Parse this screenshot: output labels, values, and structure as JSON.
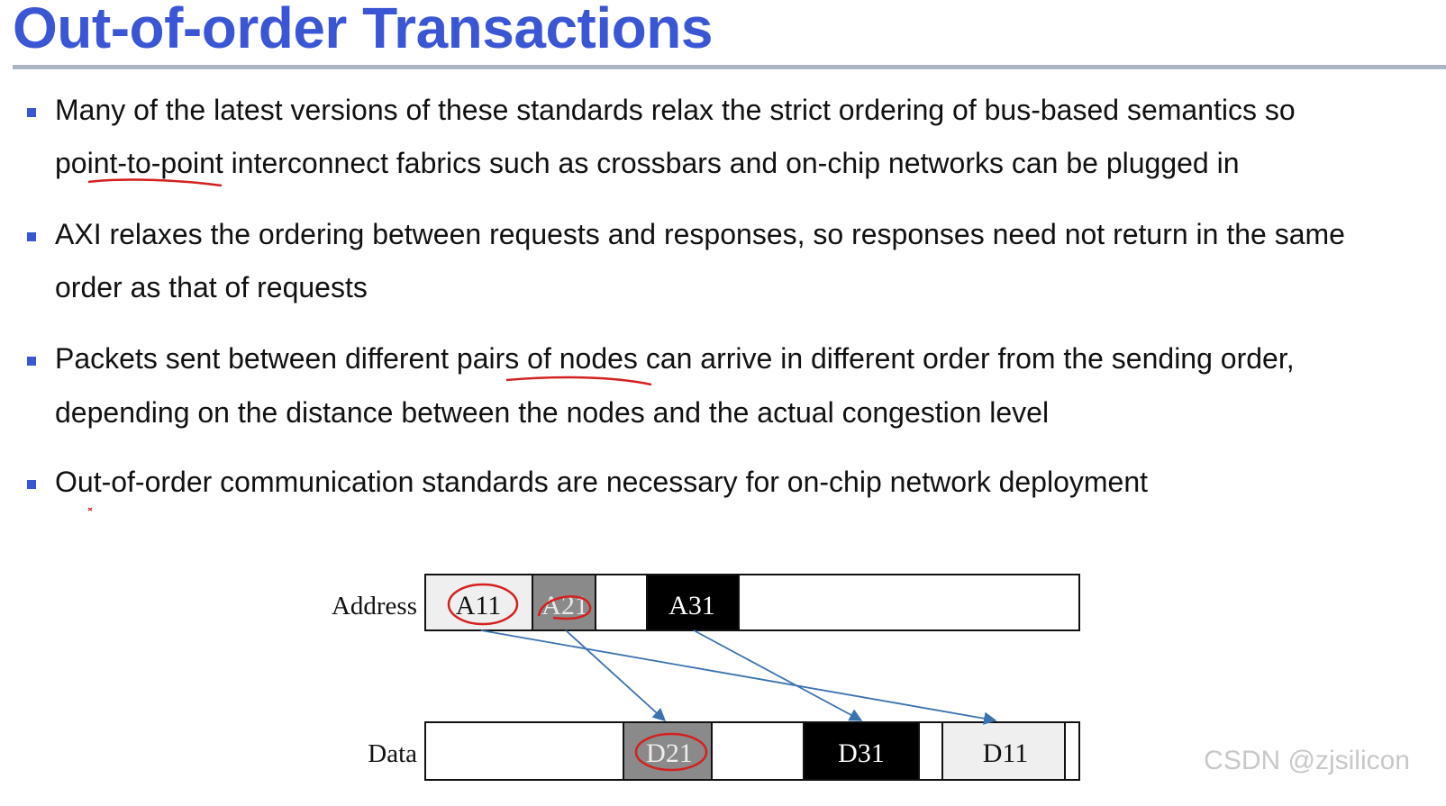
{
  "title": "Out-of-order Transactions",
  "bullets": [
    {
      "lines": [
        "Many of the latest versions of these standards relax the strict ordering of bus-based semantics so",
        "point-to-point interconnect fabrics such as crossbars and on-chip networks can be plugged in"
      ]
    },
    {
      "lines": [
        "AXI relaxes the ordering between requests and responses, so responses need not return in the same",
        "order as that of requests"
      ]
    },
    {
      "lines": [
        "Packets sent between different pairs of nodes can arrive in different order from the sending order,",
        "depending on the distance between the nodes and the actual congestion level"
      ]
    },
    {
      "lines": [
        "Out-of-order communication standards are necessary for on-chip network deployment"
      ]
    }
  ],
  "diagram": {
    "address_label": "Address",
    "data_label": "Data",
    "address_cells": [
      "A11",
      "A21",
      "A31"
    ],
    "data_cells": [
      "D21",
      "D31",
      "D11"
    ]
  },
  "watermark": "CSDN @zjsilicon",
  "colors": {
    "title": "#3a56d4",
    "bullet": "#3a56d4",
    "annotation": "#d42020",
    "arrow": "#3b72b0",
    "gray_cell": "#8a8a8a",
    "black_cell": "#000000",
    "light_cell": "#efefef"
  }
}
